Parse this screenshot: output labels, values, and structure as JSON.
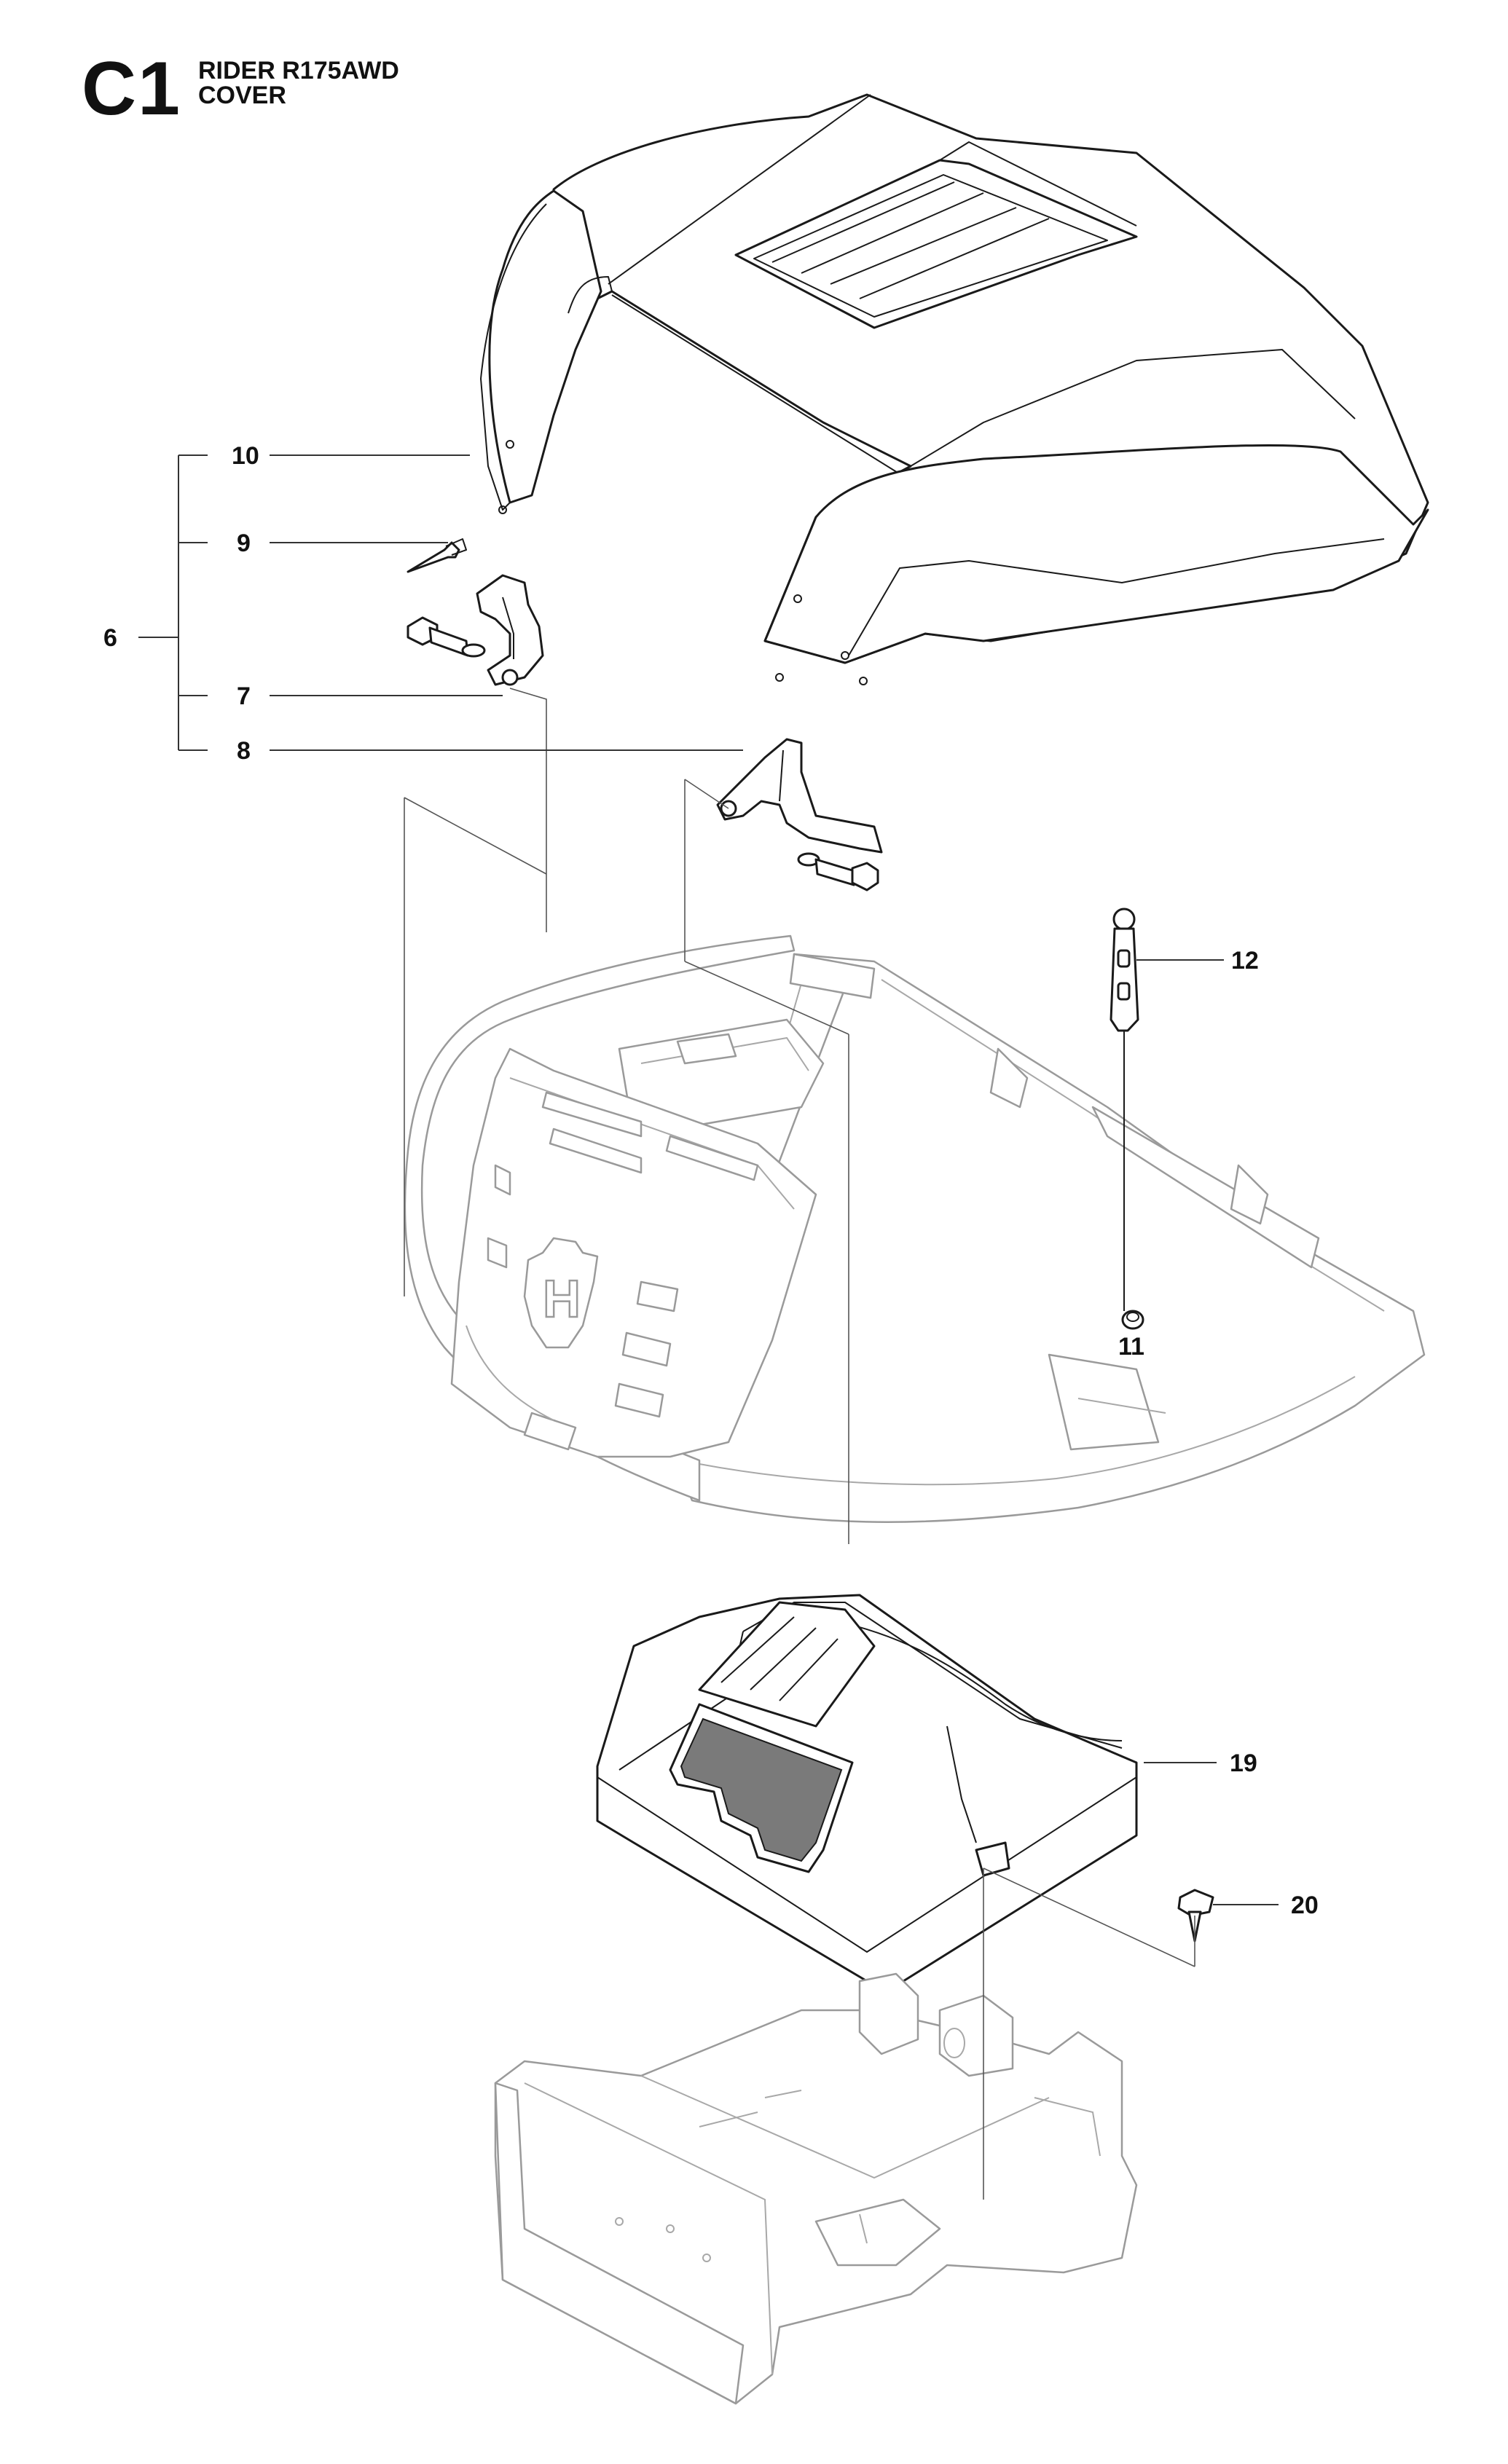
{
  "header": {
    "code": "C1",
    "model": "RIDER R175AWD",
    "section": "COVER"
  },
  "callouts": {
    "c6": "6",
    "c7": "7",
    "c8": "8",
    "c9": "9",
    "c10": "10",
    "c11": "11",
    "c12": "12",
    "c19": "19",
    "c20": "20"
  },
  "emblem": {
    "letter": "H"
  }
}
